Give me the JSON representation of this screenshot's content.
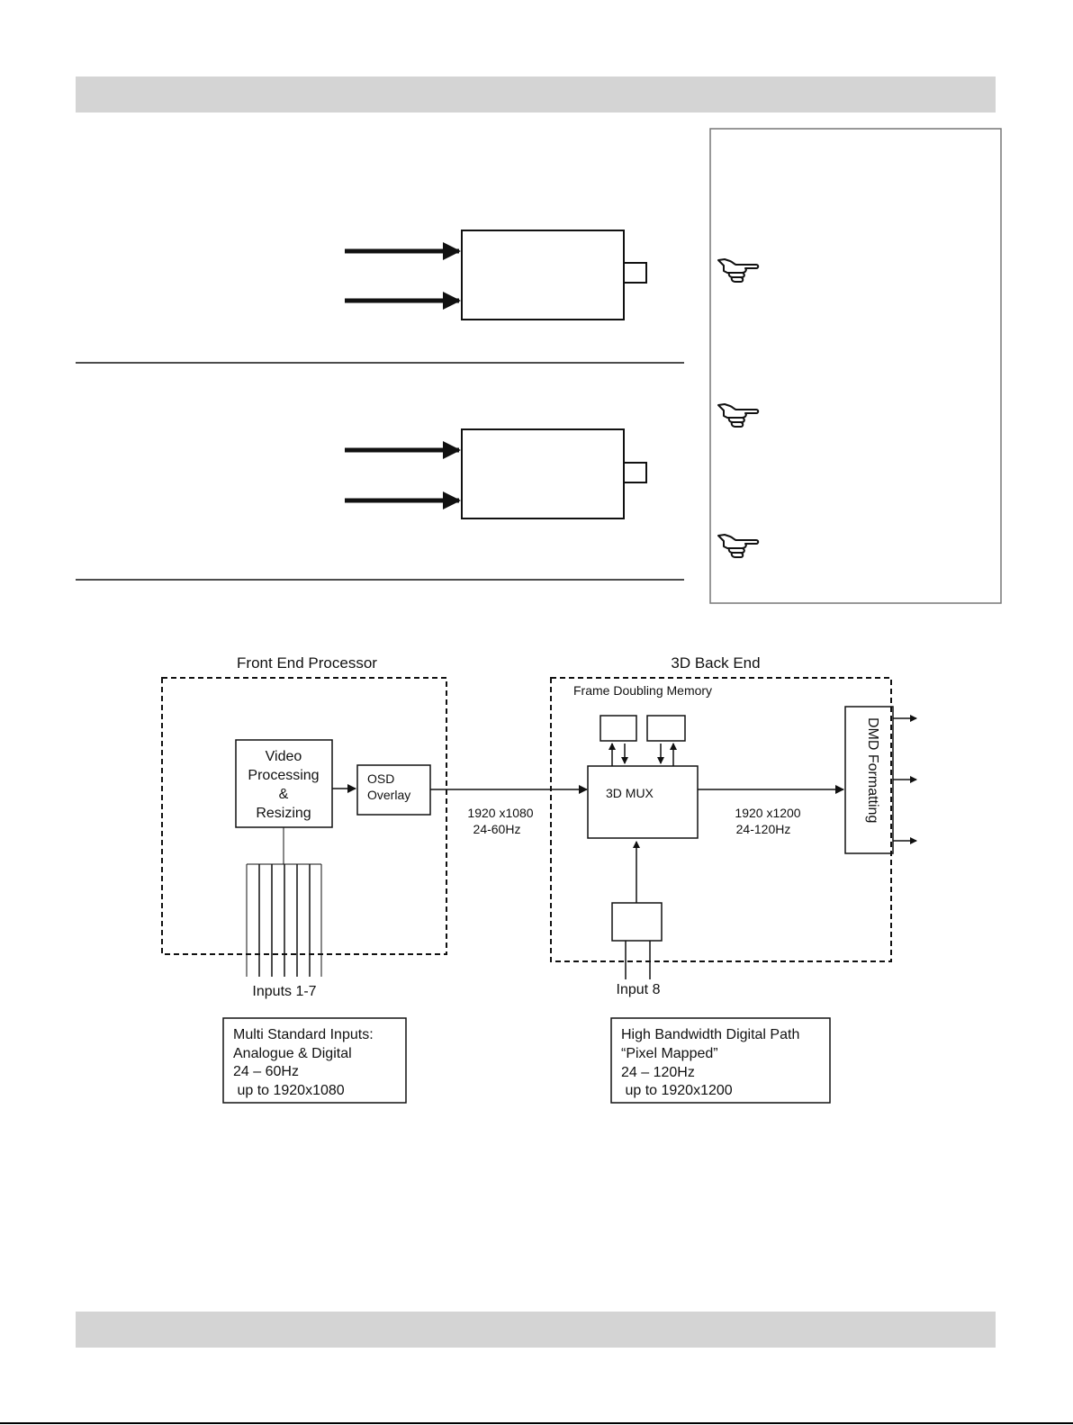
{
  "diagram": {
    "front_end": {
      "title": "Front End Processor",
      "video_processing": [
        "Video",
        "Processing",
        "&",
        "Resizing"
      ],
      "osd_overlay": [
        "OSD",
        "Overlay"
      ],
      "inputs_label": "Inputs 1-7",
      "link_resolution": "1920 x1080",
      "link_rate": "24-60Hz"
    },
    "back_end": {
      "title": "3D Back End",
      "memory_label": "Frame Doubling Memory",
      "mux_label": "3D MUX",
      "dmd_label": "DMD Formatting",
      "output_resolution": "1920 x1200",
      "output_rate": "24-120Hz",
      "input8_label": "Input 8"
    },
    "notes": {
      "multi_standard": [
        "Multi Standard Inputs:",
        "Analogue & Digital",
        "24 – 60Hz",
        " up to 1920x1080"
      ],
      "high_bandwidth": [
        "High Bandwidth Digital Path",
        "“Pixel Mapped”",
        "24 – 120Hz",
        " up to 1920x1200"
      ]
    }
  },
  "colors": {
    "band": "#d4d4d4",
    "line": "#111111"
  },
  "icons": [
    "pointing-hand-icon",
    "pointing-hand-icon",
    "pointing-hand-icon"
  ]
}
